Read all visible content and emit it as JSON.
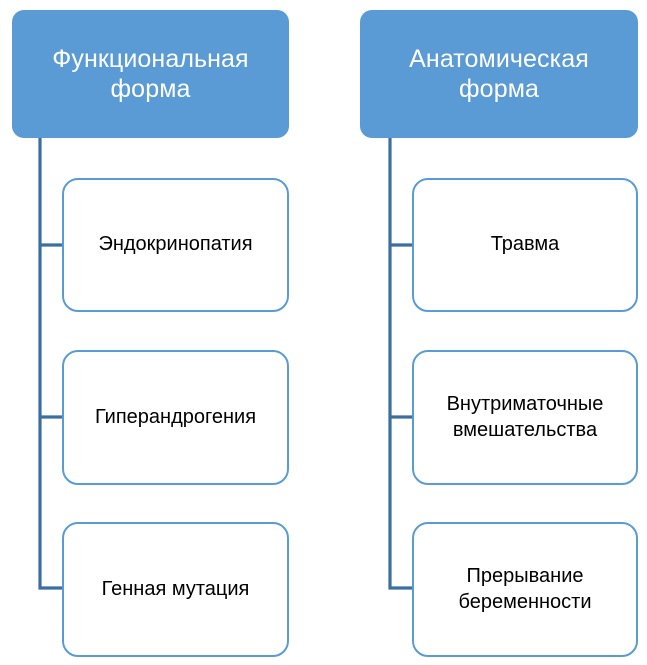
{
  "diagram": {
    "type": "two-branch hierarchy",
    "background_color": "#ffffff",
    "colors": {
      "header_fill": "#5b9bd5",
      "header_text": "#ffffff",
      "child_fill": "#ffffff",
      "child_border": "#5b9bd5",
      "child_text": "#000000",
      "connector": "#3a6f9f"
    },
    "branches": [
      {
        "id": "functional",
        "header": "Функциональная форма",
        "children": [
          {
            "label": "Эндокринопатия"
          },
          {
            "label": "Гиперандрогения"
          },
          {
            "label": "Генная мутация"
          }
        ]
      },
      {
        "id": "anatomical",
        "header": "Анатомическая форма",
        "children": [
          {
            "label": "Травма"
          },
          {
            "label": "Внутриматочные вмешательства"
          },
          {
            "label": "Прерывание беременности"
          }
        ]
      }
    ]
  }
}
